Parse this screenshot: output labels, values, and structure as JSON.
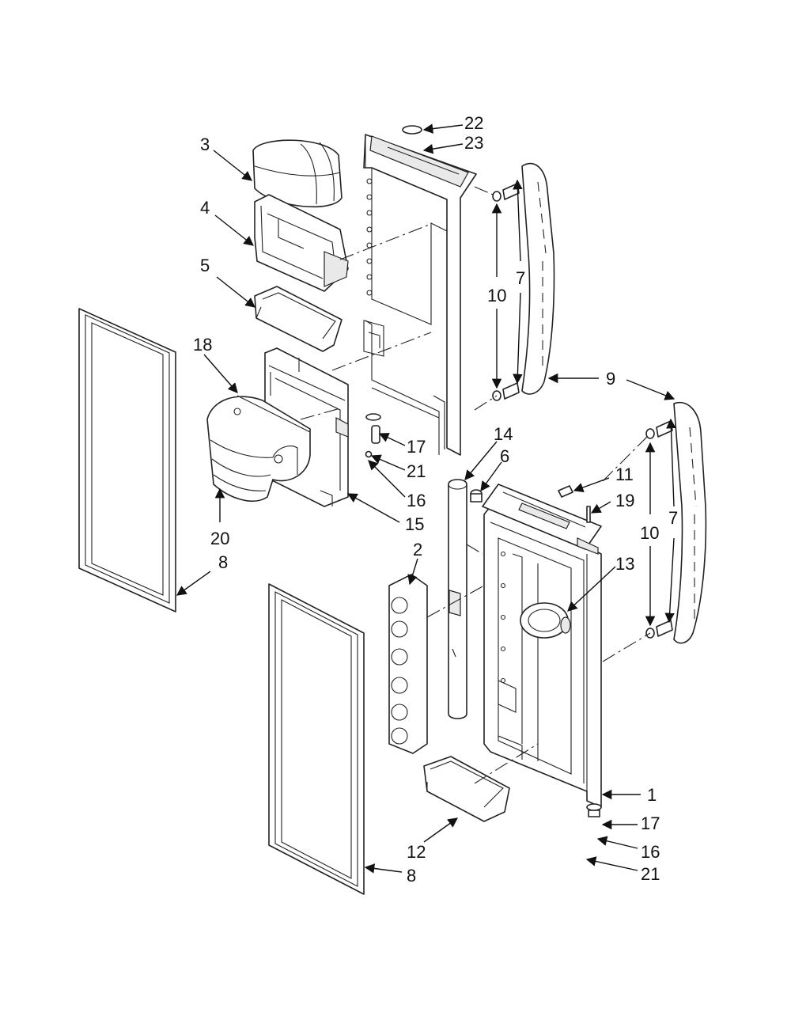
{
  "callouts": {
    "c1": "1",
    "c2": "2",
    "c3": "3",
    "c4": "4",
    "c5": "5",
    "c6": "6",
    "c7a": "7",
    "c7b": "7",
    "c8a": "8",
    "c8b": "8",
    "c9": "9",
    "c10a": "10",
    "c10b": "10",
    "c11": "11",
    "c12": "12",
    "c13": "13",
    "c14": "14",
    "c15": "15",
    "c16a": "16",
    "c16b": "16",
    "c17a": "17",
    "c17b": "17",
    "c18": "18",
    "c19": "19",
    "c20": "20",
    "c21a": "21",
    "c21b": "21",
    "c22": "22",
    "c23": "23"
  },
  "colors": {
    "line": "#222222",
    "background": "#ffffff"
  }
}
